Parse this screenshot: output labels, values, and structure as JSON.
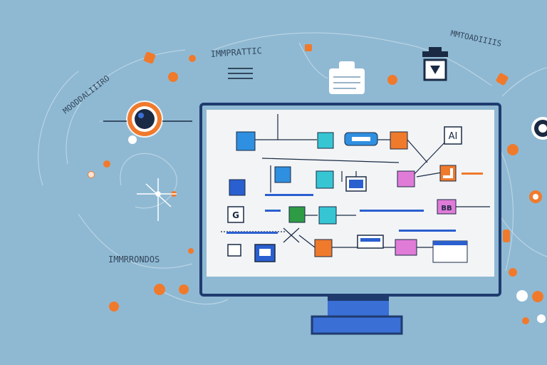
{
  "scene": {
    "background_color": "#8fb9d3",
    "accent_orange": "#f07a2c",
    "monitor_frame_color": "#1f3b6e",
    "screen_color": "#f3f4f6",
    "stand_color": "#3a6fd6"
  },
  "labels": {
    "top_center": "IMMPRATTIC",
    "top_right": "MMTOADIIIIS",
    "upper_left": "MOODDALIIIRO",
    "lower_left": "IMMRRONDOS",
    "screen_node_ai": "AI",
    "screen_node_g": "G",
    "screen_node_bb": "BB"
  },
  "icons": {
    "camera": "camera-lens-icon",
    "document": "document-icon",
    "lock": "lock-icon",
    "drone": "drone-icon",
    "chat": "chat-bubble-icon",
    "monitor": "monitor-icon",
    "diagram": "flowchart-icon"
  }
}
